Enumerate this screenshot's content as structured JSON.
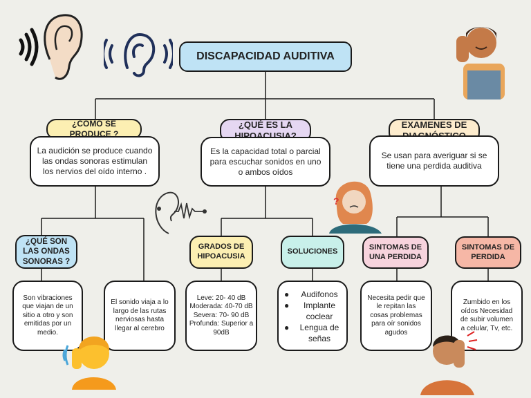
{
  "title": "DISCAPACIDAD AUDITIVA",
  "colors": {
    "title": "#bfe3f5",
    "produce": "#fcefb2",
    "hipoacusia": "#e5d7f2",
    "examenes": "#fdeccd",
    "ondas": "#bfe3f5",
    "grados": "#fcefb2",
    "soluciones": "#c8f0ea",
    "sintomas1": "#f7d3dd",
    "sintomas2": "#f6b7a6"
  },
  "columns": {
    "produce": {
      "header": "¿CÓMO SE PRODUCE ?",
      "text": "La audición se produce cuando las ondas sonoras estimulan los nervios del oído interno ."
    },
    "hipoacusia": {
      "header": "¿QUÉ ES LA HIPOACUSIA?",
      "text": "Es la capacidad total o parcial para escuchar sonidos en uno o ambos oídos"
    },
    "examenes": {
      "header": "EXAMENES DE DIAGNÓSTICO",
      "text": "Se usan para averiguar si se tiene una perdida auditiva"
    }
  },
  "ondas": {
    "header": "¿QUÉ SON LAS ONDAS SONORAS ?",
    "text": "Son vibraciones que viajan de un sitio a otro y son emitidas por un medio."
  },
  "viaje": {
    "text": "El sonido viaja a lo largo de las rutas nerviosas hasta llegar al cerebro"
  },
  "grados": {
    "header": "GRADOS DE HIPOACUSIA",
    "lines": [
      "Leve: 20- 40 dB",
      "Moderada: 40-70 dB",
      "Severa: 70- 90 dB",
      "Profunda: Superior a 90dB"
    ]
  },
  "soluciones": {
    "header": "SOLUCIONES",
    "items": [
      "Audifonos",
      "Implante coclear",
      "Lengua de señas"
    ]
  },
  "sintomas1": {
    "header": "SINTOMAS DE UNA PERDIDA",
    "text": "Necesita pedir que le repitan las cosas problemas para oír sonidos agudos"
  },
  "sintomas2": {
    "header": "SINTOMAS DE PERDIDA",
    "text": "Zumbido en los oídos Necesidad de subir volumen a celular, Tv, etc."
  },
  "icons": [
    "sound-waves-icon",
    "ear-icon",
    "ear-outline-icon",
    "woman-covering-ear-icon",
    "confused-woman-icon",
    "ear-signal-icon",
    "child-covering-ear-icon",
    "man-covering-ear-icon"
  ]
}
